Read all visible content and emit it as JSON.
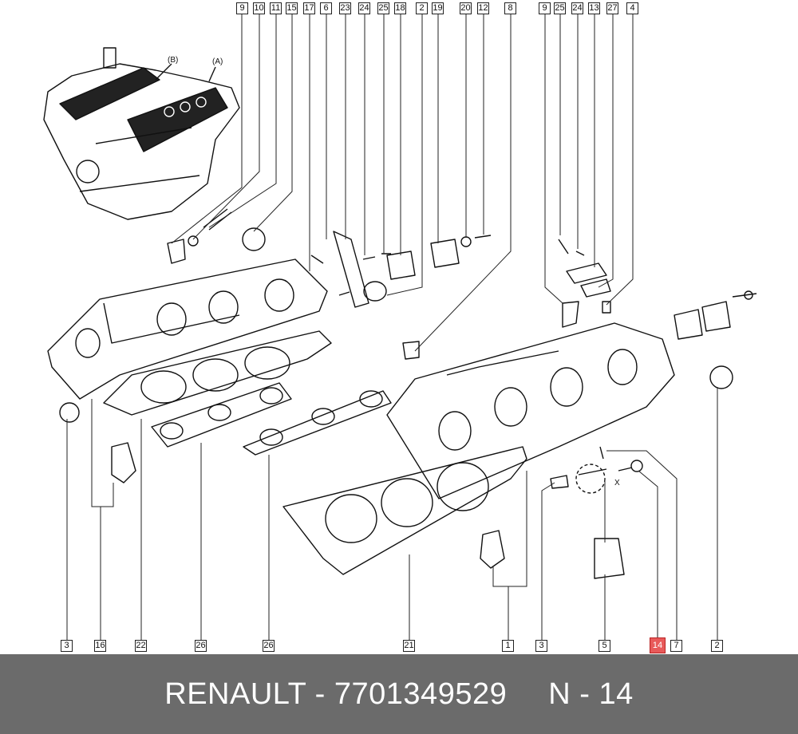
{
  "diagram": {
    "top_callouts": [
      "9",
      "10",
      "11",
      "15",
      "17",
      "6",
      "23",
      "24",
      "25",
      "18",
      "2",
      "19",
      "20",
      "12",
      "8",
      "9",
      "25",
      "24",
      "13",
      "27",
      "4"
    ],
    "bottom_callouts": [
      "3",
      "16",
      "22",
      "26",
      "26",
      "21",
      "1",
      "3",
      "5",
      "14",
      "7",
      "2"
    ],
    "highlighted_callout": "14",
    "detail_labels": {
      "a": "(A)",
      "b": "(B)",
      "x": "X"
    },
    "highlight_color": "#e85a5a"
  },
  "footer": {
    "brand_part": "RENAULT - 7701349529",
    "position": "N - 14",
    "background": "#6b6b6b"
  }
}
